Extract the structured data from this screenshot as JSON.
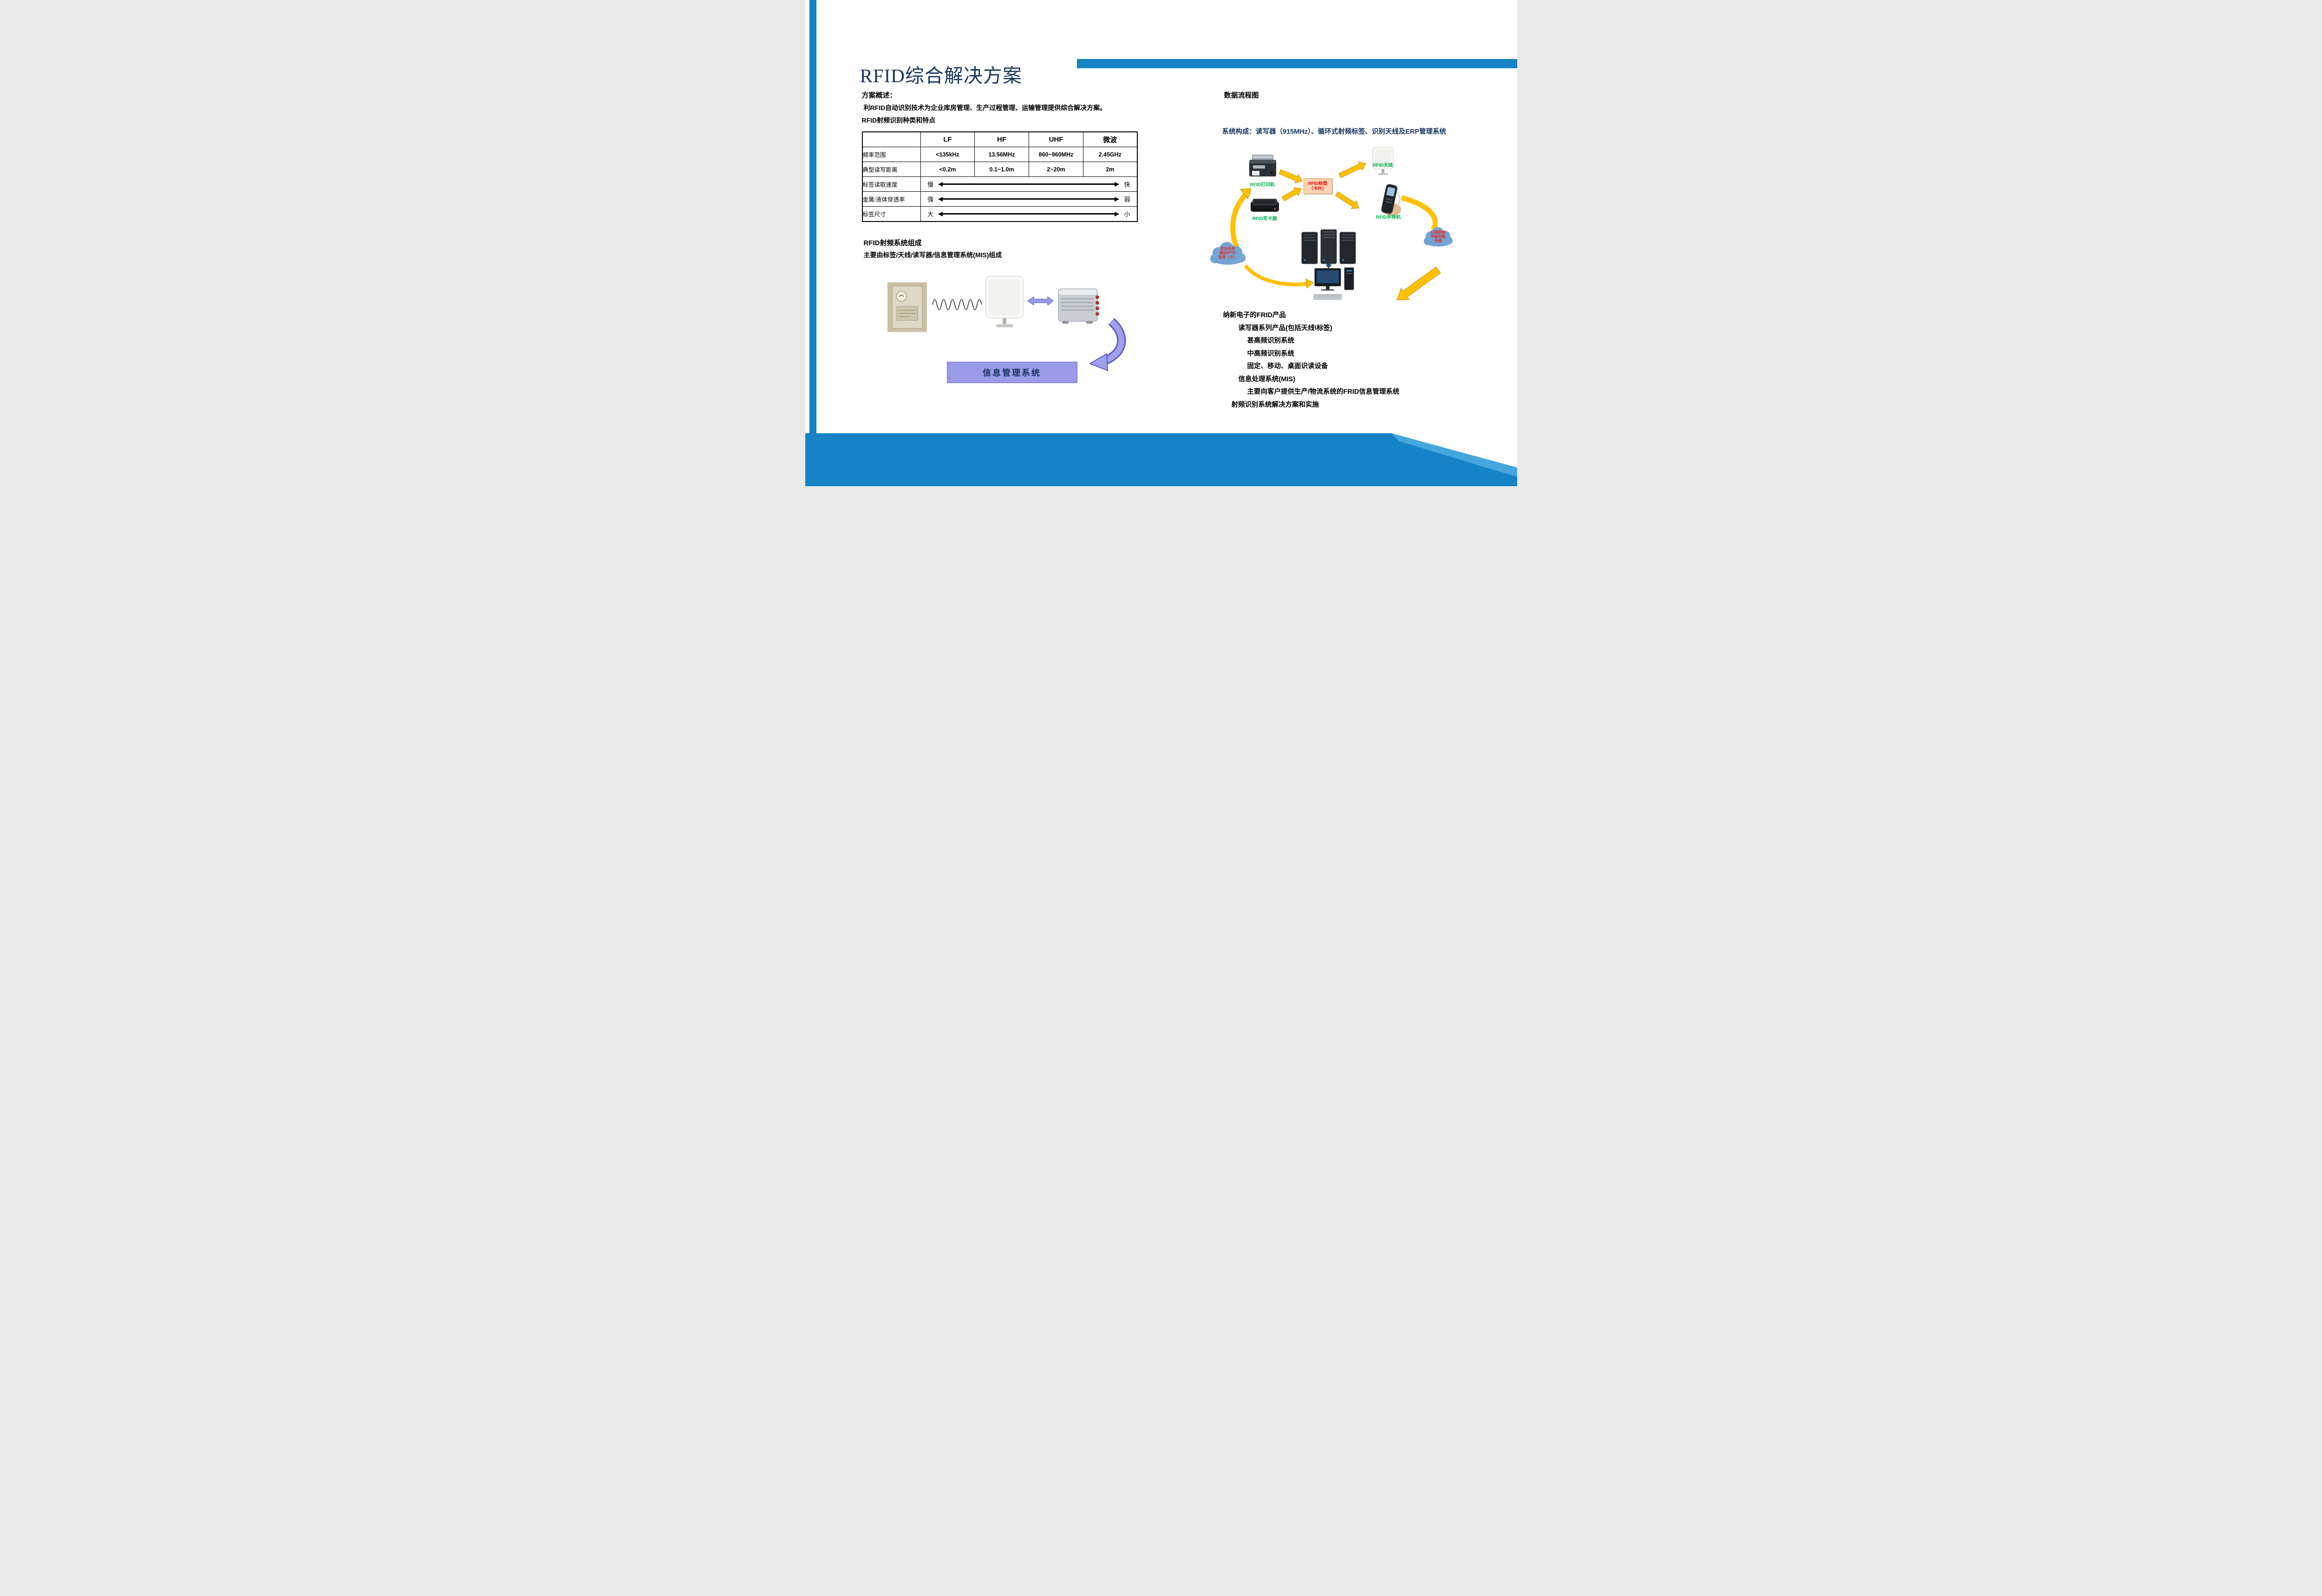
{
  "colors": {
    "accent": "#1583C5",
    "navy": "#17365D",
    "green": "#00B050",
    "red": "#FF0000",
    "gold": "#FFC000",
    "purple": "#9a9ae8",
    "tag-fill": "#FBD5B5",
    "cloud": "#74A3D4"
  },
  "title": "RFID综合解决方案",
  "left": {
    "overview_label": "方案概述：",
    "overview_text": "利RFID自动识别技术为企业库房管理、生产过程管理、运输管理提供综合解决方案。",
    "table_caption": "RFID射频识别种类和特点",
    "table": {
      "headers": [
        "",
        "LF",
        "HF",
        "UHF",
        "微波"
      ],
      "rows": [
        {
          "label": "频率范围",
          "values": [
            "<135kHz",
            "13.56MHz",
            "860~960MHz",
            "2.45GHz"
          ]
        },
        {
          "label": "典型读写距离",
          "values": [
            "<0.2m",
            "0.1~1.0m",
            "2~20m",
            "2m"
          ]
        },
        {
          "label": "标签读取速度",
          "left": "慢",
          "right": "快"
        },
        {
          "label": "金属/液体穿透率",
          "left": "强",
          "right": "弱"
        },
        {
          "label": "标签尺寸",
          "left": "大",
          "right": "小"
        }
      ]
    },
    "system_label": "RFID射频系统组成",
    "system_text": "主要由标签/天线/读写器/信息管理系统(MIS)组成",
    "mis_label": "信息管理系统"
  },
  "right": {
    "flow_label": "数据流程图",
    "system_line": "系统构成：读写器（915MHz）、循环式射频标签、识别天线及ERP管理系统",
    "devices": {
      "printer": "RFID打印机",
      "tag_line1": "RFID标签",
      "tag_line2": "（卡片）",
      "antenna": "RFID天线",
      "writer": "RFID写卡器",
      "handheld": "RFID手持机",
      "cloud_left": [
        "发出任务",
        "输出RFID",
        "标签（卡）"
      ],
      "cloud_right": [
        "扫描数据",
        "传输到服",
        "务器"
      ]
    },
    "products": [
      "纳新电子的FRID产品",
      "读写器系列产品(包括天线\\标签)",
      "甚高频识别系统",
      "中高频识别系统",
      "固定、移动、桌面识读设备",
      "信息处理系统(MIS)",
      "主要向客户提供生产/物流系统的FRID信息管理系统",
      "射频识别系统解决方案和实施"
    ]
  }
}
